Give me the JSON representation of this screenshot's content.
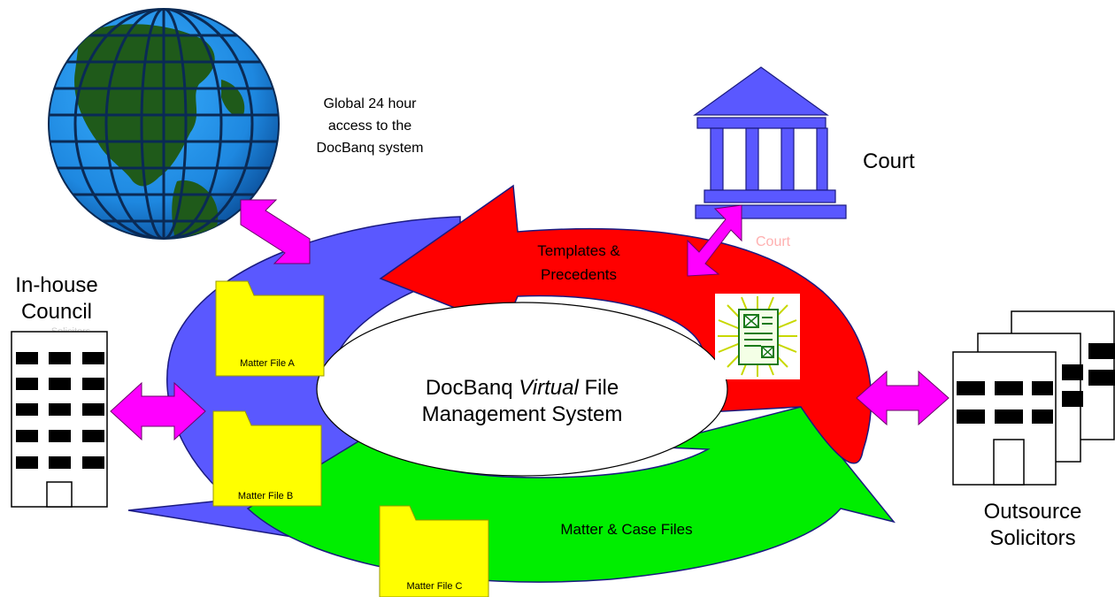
{
  "labels": {
    "globe_caption": [
      "Global 24 hour",
      "access to the",
      "DocBanq system"
    ],
    "court": "Court",
    "court_faint": "Court",
    "inhouse": [
      "In-house",
      "Council"
    ],
    "inhouse_faint": "Solicitors",
    "outsource": [
      "Outsource",
      "Solicitors"
    ],
    "templates": [
      "Templates &",
      "Precedents"
    ],
    "matter_case": "Matter & Case Files",
    "center_line1_pre": "DocBanq ",
    "center_line1_em": "Virtual",
    "center_line1_post": " File",
    "center_line2": "Management System"
  },
  "folders": {
    "a": "Matter File A",
    "b": "Matter File B",
    "c": "Matter File C"
  },
  "colors": {
    "blue_arrow": "#5a58ff",
    "red_arrow": "#ff0000",
    "green_arrow": "#00ee00",
    "connector": "#ff00ff",
    "folder": "#ffff00",
    "court": "#5a58ff",
    "globe_ocean": "#1e90ff",
    "globe_land": "#1f5a1a"
  },
  "icons": [
    "globe-icon",
    "court-building-icon",
    "inhouse-building-icon",
    "outsource-buildings-icon",
    "document-icon",
    "folder-icon"
  ]
}
